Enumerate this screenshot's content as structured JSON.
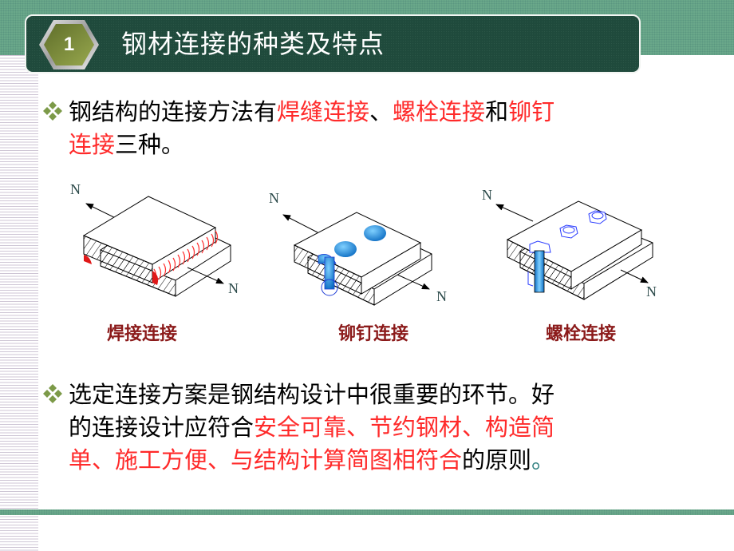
{
  "slide": {
    "section_number": "1",
    "title": "钢材连接的种类及特点",
    "colors": {
      "band_green": "#6aa88a",
      "title_bar": "#1f4a3c",
      "hex_fill": "#7a8a3c",
      "emphasis_red": "#ff2a2a",
      "figure_label": "#8b1a1a",
      "bolt_blue": "#1e88d6"
    }
  },
  "paragraph1": {
    "bullet_icon": "diamond-cluster",
    "segments": [
      {
        "text": "钢结构的连接方法有",
        "emphasis": false
      },
      {
        "text": "焊缝连接",
        "emphasis": true
      },
      {
        "text": "、",
        "emphasis": false
      },
      {
        "text": "螺栓连接",
        "emphasis": true
      },
      {
        "text": "和",
        "emphasis": false
      },
      {
        "text": "铆钉",
        "emphasis": true
      }
    ],
    "line2_segments": [
      {
        "text": "连接",
        "emphasis": true
      },
      {
        "text": "三种。",
        "emphasis": false
      }
    ]
  },
  "figures": [
    {
      "label": "焊接连接",
      "force_top": "N",
      "force_bottom": "N",
      "type": "weld"
    },
    {
      "label": "铆钉连接",
      "force_top": "N",
      "force_bottom": "N",
      "type": "rivet"
    },
    {
      "label": "螺栓连接",
      "force_top": "N",
      "force_bottom": "N",
      "type": "bolt"
    }
  ],
  "paragraph2": {
    "bullet_icon": "diamond-cluster",
    "line1": [
      {
        "text": "选定连接方案是钢结构设计中很重要的环节。好",
        "emphasis": false
      }
    ],
    "line2": [
      {
        "text": "的连接设计应符合",
        "emphasis": false
      },
      {
        "text": "安全可靠、节约钢材、构造简",
        "emphasis": true
      }
    ],
    "line3": [
      {
        "text": "单、施工方便、与结构计算简图相符合",
        "emphasis": true
      },
      {
        "text": "的原则",
        "emphasis": false
      },
      {
        "text": "。",
        "emphasis": false
      }
    ]
  }
}
